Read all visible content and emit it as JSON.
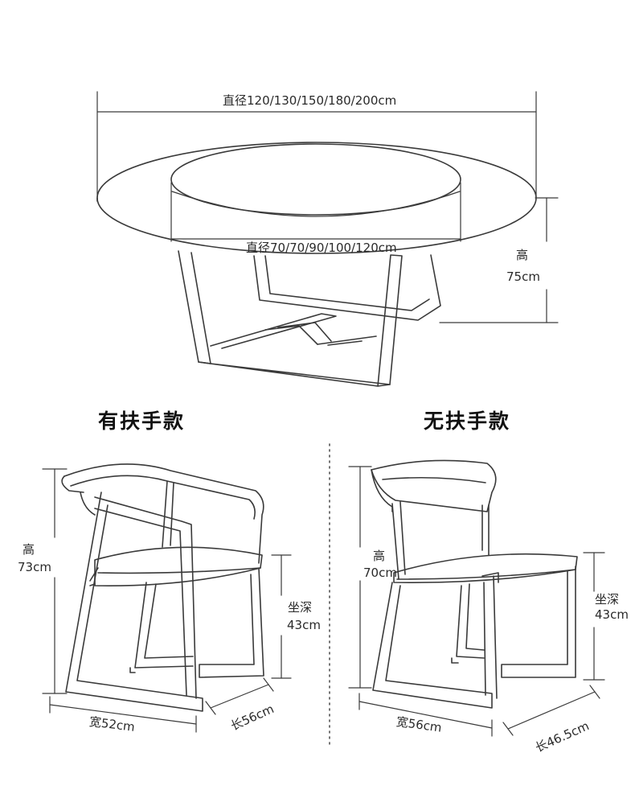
{
  "table": {
    "outer_diameter": "直径120/130/150/180/200cm",
    "lazy_susan_diameter": "直径70/70/90/100/120cm",
    "height_label": "高",
    "height_value": "75cm"
  },
  "armchair": {
    "title": "有扶手款",
    "height_label": "高",
    "height_value": "73cm",
    "seat_depth_label": "坐深",
    "seat_depth_value": "43cm",
    "width": "宽52cm",
    "length": "长56cm"
  },
  "side_chair": {
    "title": "无扶手款",
    "height_label": "高",
    "height_value": "70cm",
    "seat_depth_label": "坐深",
    "seat_depth_value": "43cm",
    "width": "宽56cm",
    "length": "长46.5cm"
  },
  "colors": {
    "line": "#3a3a3a",
    "text": "#2a2a2a"
  }
}
